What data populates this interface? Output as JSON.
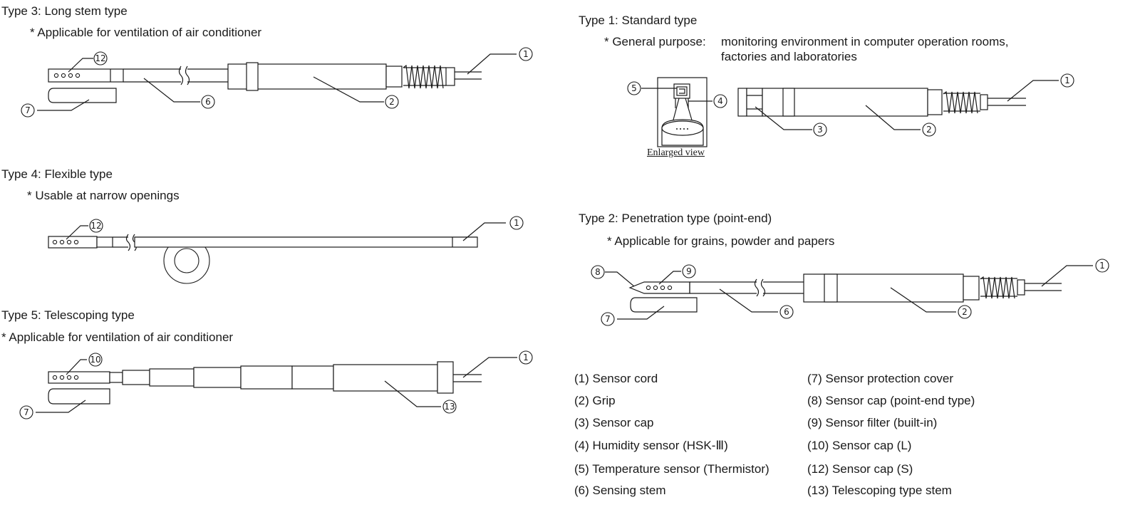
{
  "type3": {
    "title": "Type 3: Long stem type",
    "note": "* Applicable for ventilation of air conditioner"
  },
  "type4": {
    "title": "Type 4: Flexible type",
    "note": "* Usable at narrow openings"
  },
  "type5": {
    "title": "Type 5: Telescoping type",
    "note": "* Applicable for ventilation of air conditioner"
  },
  "type1": {
    "title": "Type 1: Standard type",
    "note_prefix": "* General purpose:",
    "note_line1": "monitoring environment in computer operation rooms,",
    "note_line2": "factories and laboratories",
    "enlarged_caption": "Enlarged view"
  },
  "type2": {
    "title": "Type 2: Penetration type (point-end)",
    "note": "* Applicable for grains, powder and papers"
  },
  "callouts": [
    "1",
    "2",
    "3",
    "4",
    "5",
    "6",
    "7",
    "8",
    "9",
    "10",
    "12",
    "13"
  ],
  "legend": {
    "left": [
      "(1) Sensor cord",
      "(2) Grip",
      "(3) Sensor cap",
      "(4) Humidity sensor (HSK-Ⅲ)",
      "(5) Temperature sensor (Thermistor)",
      "(6) Sensing stem"
    ],
    "right": [
      "(7) Sensor protection cover",
      "(8) Sensor cap (point-end type)",
      "(9) Sensor filter (built-in)",
      "(10) Sensor cap (L)",
      "(12) Sensor cap (S)",
      "(13) Telescoping type stem"
    ]
  }
}
